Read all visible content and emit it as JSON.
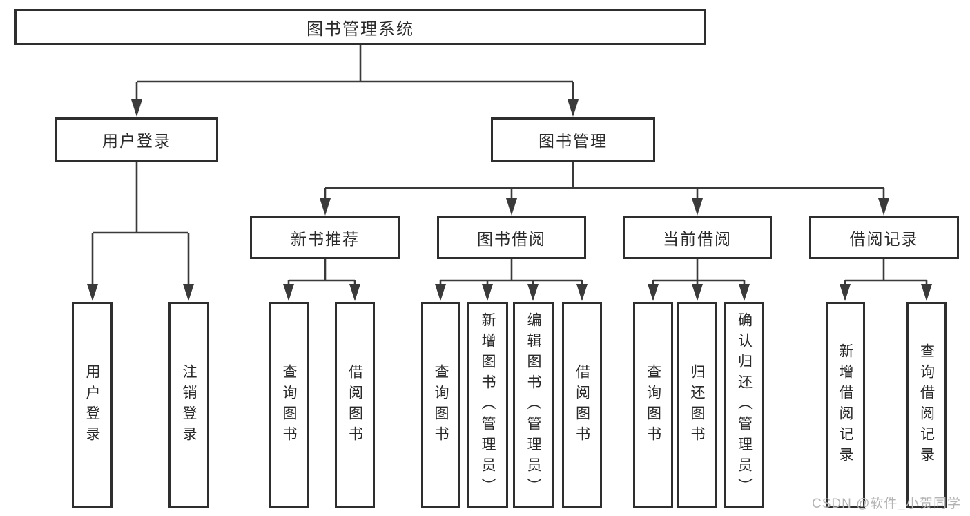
{
  "root_label": "图书管理系统",
  "level2": [
    {
      "label": "用户登录"
    },
    {
      "label": "图书管理"
    }
  ],
  "level3": [
    {
      "label": "新书推荐"
    },
    {
      "label": "图书借阅"
    },
    {
      "label": "当前借阅"
    },
    {
      "label": "借阅记录"
    }
  ],
  "leaf_groups": [
    {
      "parent": "用户登录",
      "items": [
        "用户登录",
        "注销登录"
      ]
    },
    {
      "parent": "新书推荐",
      "items": [
        "查询图书",
        "借阅图书"
      ]
    },
    {
      "parent": "图书借阅",
      "items": [
        "查询图书",
        "新增图书（管理员）",
        "编辑图书（管理员）",
        "借阅图书"
      ]
    },
    {
      "parent": "当前借阅",
      "items": [
        "查询图书",
        "归还图书",
        "确认归还（管理员）"
      ]
    },
    {
      "parent": "借阅记录",
      "items": [
        "新增借阅记录",
        "查询借阅记录"
      ]
    }
  ],
  "watermark": "CSDN @软件_小贺同学",
  "colors": {
    "line": "#3a3a3a",
    "border": "#2e2e2e",
    "text": "#2a2a2a",
    "watermark": "#b4b4b4",
    "background": "#ffffff"
  }
}
